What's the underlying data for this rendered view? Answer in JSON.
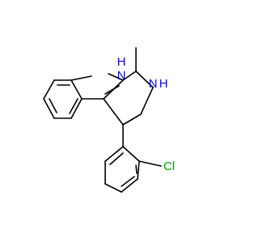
{
  "atoms": {
    "indole_nh": {
      "symbol": "N",
      "suffix": "H",
      "h_position": "top"
    },
    "ring_nh": {
      "symbol": "N",
      "suffix": "H",
      "h_position": "right"
    },
    "chlorine": {
      "symbol": "Cl"
    }
  },
  "colors": {
    "bond": "#000000",
    "nitrogen": "#0000ff",
    "chlorine": "#00a000",
    "background": "#ffffff"
  }
}
